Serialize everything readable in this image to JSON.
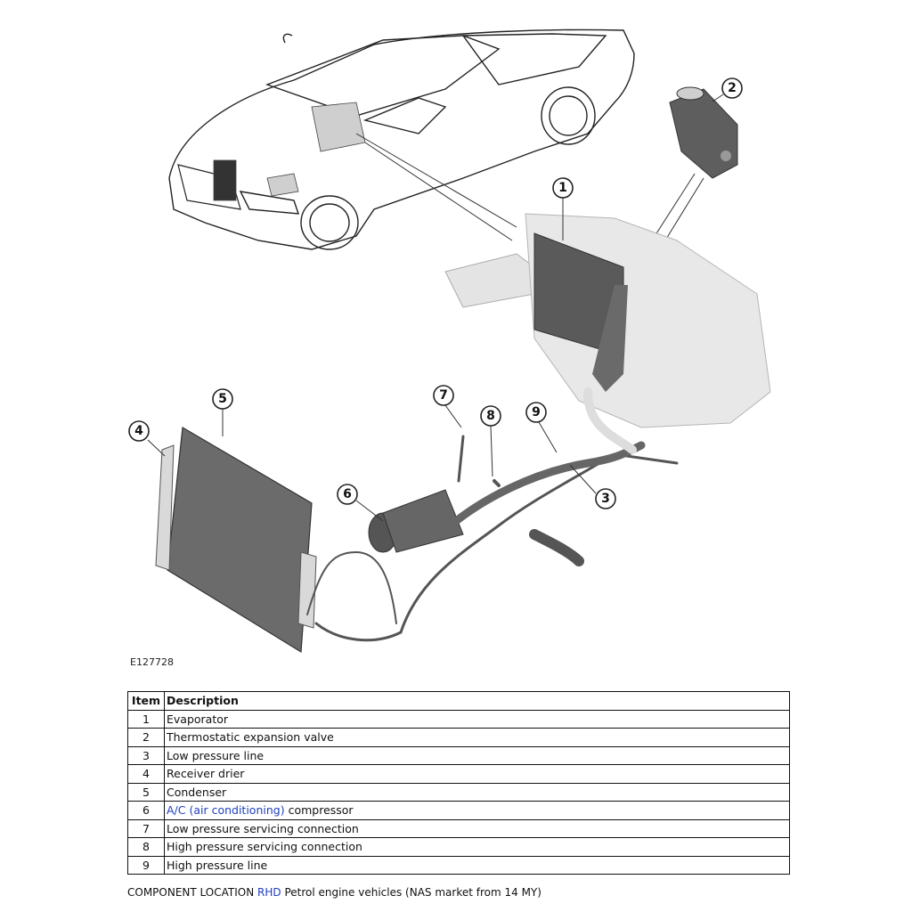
{
  "figure": {
    "code": "E127728",
    "callouts": [
      "1",
      "2",
      "3",
      "4",
      "5",
      "6",
      "7",
      "8",
      "9"
    ]
  },
  "table": {
    "headers": {
      "item": "Item",
      "description": "Description"
    },
    "rows": [
      {
        "item": "1",
        "description": "Evaporator"
      },
      {
        "item": "2",
        "description": "Thermostatic expansion valve"
      },
      {
        "item": "3",
        "description": "Low pressure line"
      },
      {
        "item": "4",
        "description": "Receiver drier"
      },
      {
        "item": "5",
        "description": "Condenser"
      },
      {
        "item": "6",
        "link": "A/C (air conditioning)",
        "rest": " compressor"
      },
      {
        "item": "7",
        "description": "Low pressure servicing connection"
      },
      {
        "item": "8",
        "description": "High pressure servicing connection"
      },
      {
        "item": "9",
        "description": "High pressure line"
      }
    ]
  },
  "caption": {
    "prefix": "COMPONENT LOCATION ",
    "link": "RHD",
    "suffix": " Petrol engine vehicles (NAS market from 14 MY)"
  },
  "colors": {
    "link": "#1f3fbf",
    "part_dark": "#555555",
    "part_light": "#e2e2e2"
  }
}
